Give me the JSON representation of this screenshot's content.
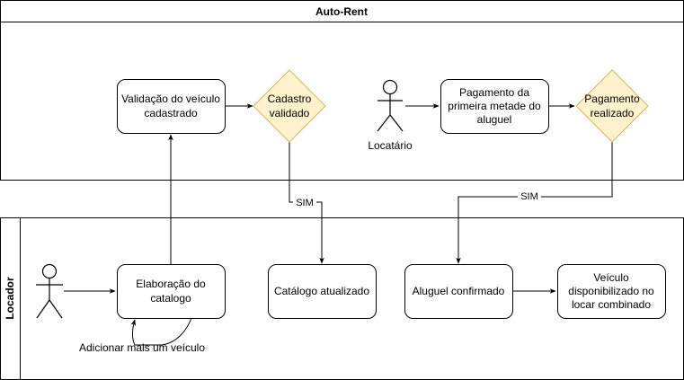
{
  "pool": {
    "title": "Auto-Rent"
  },
  "lane": {
    "title": "Locador"
  },
  "nodes": {
    "validacao": [
      "Validação do veículo",
      "cadastrado"
    ],
    "cadastro_validado": [
      "Cadastro",
      "validado"
    ],
    "locatario_label": "Locatário",
    "pagamento": [
      "Pagamento da",
      "primeira metade do",
      "aluguel"
    ],
    "pagamento_realizado": [
      "Pagamento",
      "realizado"
    ],
    "elaboracao": [
      "Elaboração do",
      "catalogo"
    ],
    "catalogo": "Catálogo atualizado",
    "aluguel": "Aluguel confirmado",
    "veiculo": [
      "Veículo",
      "disponibilizado no",
      "locar combinado"
    ]
  },
  "edges": {
    "sim_left": "SIM",
    "sim_right": "SIM",
    "loop_label": "Adicionar mais um veículo"
  },
  "colors": {
    "decision_fill": "#fff2cc",
    "decision_stroke": "#d6b656",
    "line": "#000000"
  },
  "icons": {
    "actor_top": "person-icon",
    "actor_left": "person-icon"
  }
}
